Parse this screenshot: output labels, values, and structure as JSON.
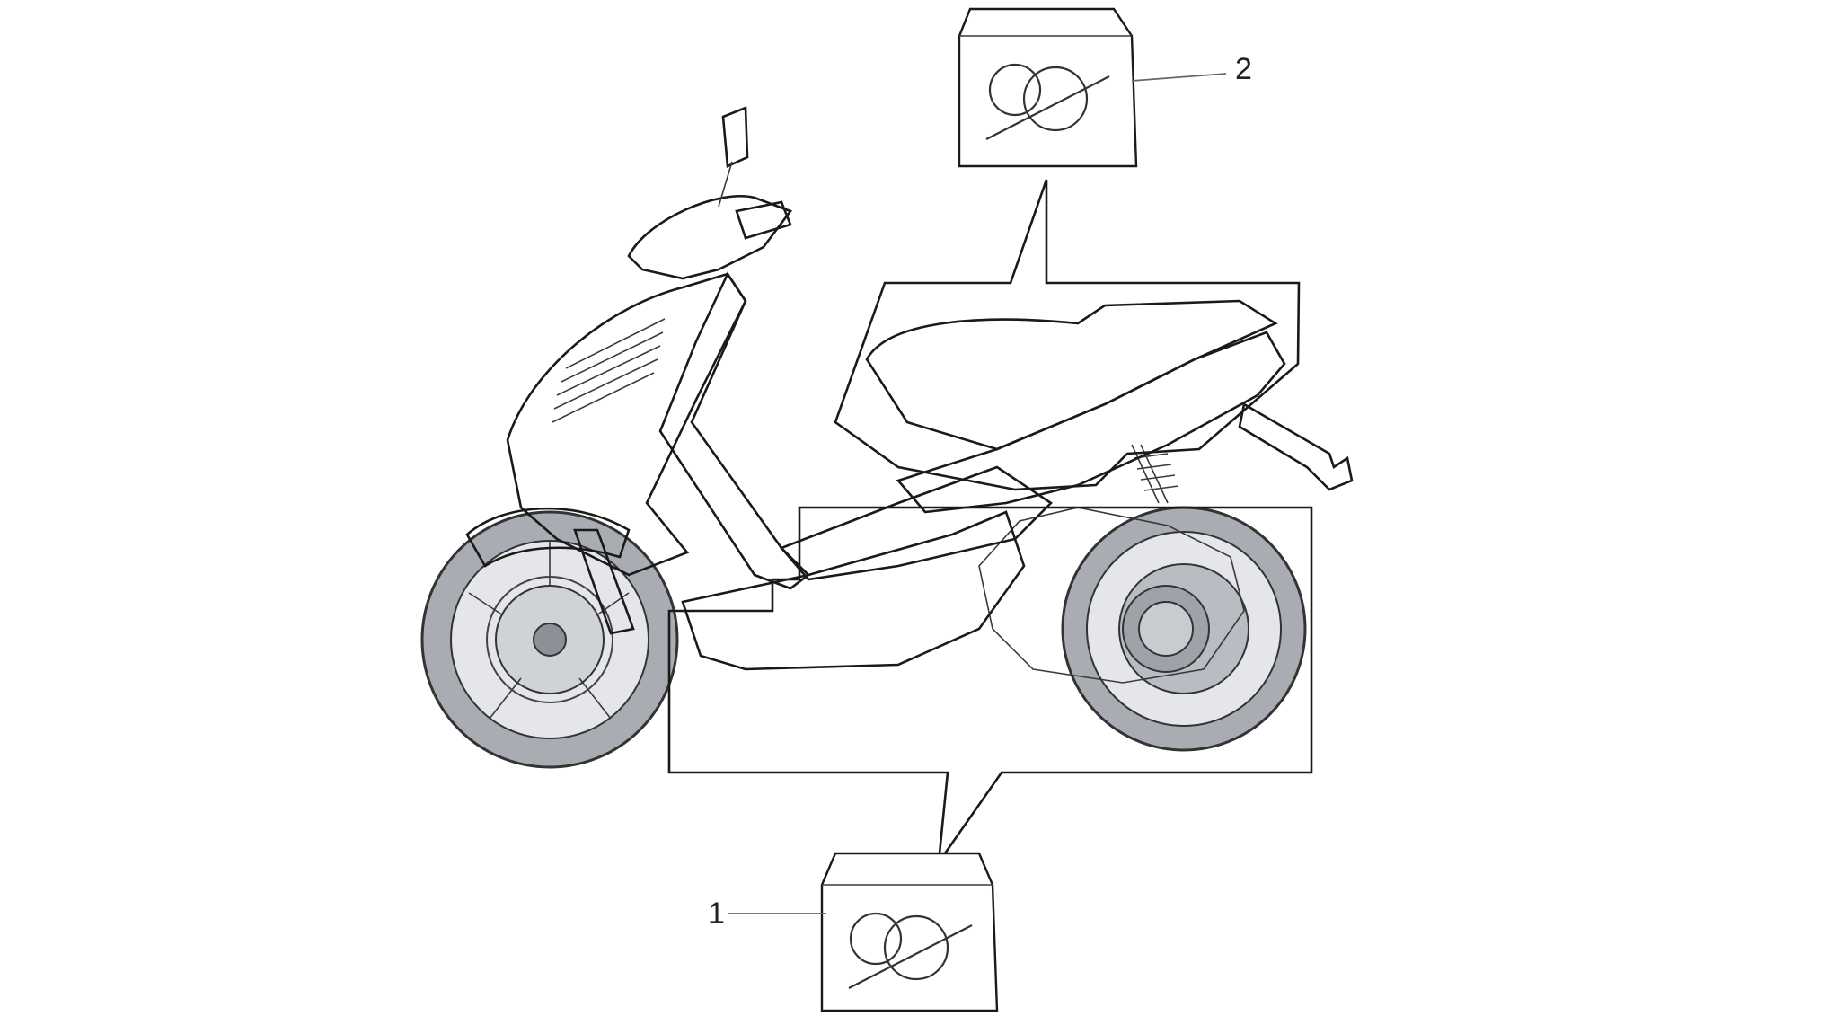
{
  "diagram": {
    "callouts": [
      {
        "number": "1",
        "part": "sticker-kit-lower"
      },
      {
        "number": "2",
        "part": "sticker-kit-upper"
      }
    ],
    "colors": {
      "body": "#c3c7cd",
      "body_light": "#d6d9de",
      "body_dark": "#7d828a",
      "tire": "#a9adb3",
      "line": "#1a1a1a"
    }
  }
}
